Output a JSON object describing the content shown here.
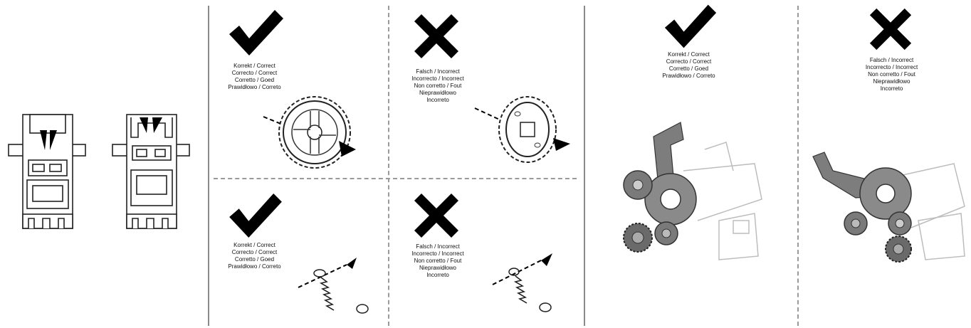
{
  "marks": {
    "correct_icon": "check-icon",
    "incorrect_icon": "cross-icon"
  },
  "captions": {
    "gear_correct": "Korrekt / Correct\nCorrecto / Correct\nCorretto / Goed\nPrawidłowo / Correto",
    "gear_incorrect": "Falsch / Incorrect\nIncorrecto / Incorrect\nNon corretto / Fout\nNieprawidłowo\nIncorreto",
    "spring_correct": "Korrekt / Correct\nCorrecto / Correct\nCorretto / Goed\nPrawidłowo / Correto",
    "spring_incorrect": "Falsch / Incorrect\nIncorrecto / Incorrect\nNon corretto / Fout\nNieprawidłowo\nIncorreto",
    "lever_correct": "Korrekt / Correct\nCorrecto / Correct\nCorretto / Goed\nPrawidłowo / Correto",
    "lever_incorrect": "Falsch / Incorrect\nIncorrecto / Incorrect\nNon corretto / Fout\nNieprawidłowo\nIncorreto"
  },
  "colors": {
    "mark": "#000000",
    "lever": "#7d7d7d",
    "line": "#8a8a8a"
  }
}
